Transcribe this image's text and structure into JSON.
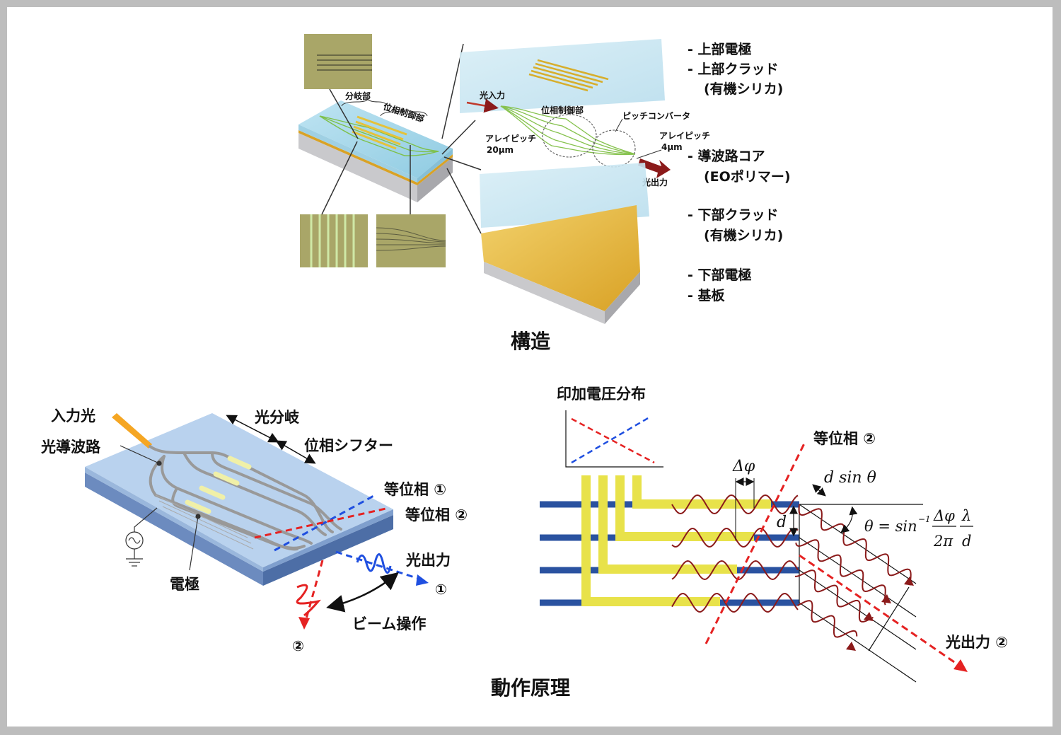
{
  "structure": {
    "title": "構造",
    "layers": {
      "l1": "- 上部電極",
      "l2": "- 上部クラッド",
      "l2b": "(有機シリカ)",
      "l3": "- 導波路コア",
      "l3b": "(EOポリマー)",
      "l4": "- 下部クラッド",
      "l4b": "(有機シリカ)",
      "l5": "- 下部電極",
      "l6": "- 基板"
    },
    "chip_labels": {
      "branch": "分岐部",
      "phase": "位相制御部"
    },
    "core_labels": {
      "input": "光入力",
      "phase": "位相制御部",
      "pitch_converter": "ピッチコンバータ",
      "array_in": "アレイピッチ",
      "array_in_val": "20μm",
      "array_out": "アレイピッチ",
      "array_out_val": "4μm",
      "output": "光出力"
    }
  },
  "principle": {
    "title": "動作原理",
    "left": {
      "input_light": "入力光",
      "waveguide": "光導波路",
      "splitter": "光分岐",
      "phase_shifter": "位相シフター",
      "equiphase1": "等位相 ①",
      "equiphase2": "等位相 ②",
      "electrode": "電極",
      "output": "光出力",
      "out1": "①",
      "out2": "②",
      "beam_steer": "ビーム操作"
    },
    "right": {
      "voltage": "印加電圧分布",
      "equiphase2": "等位相 ②",
      "dphi": "Δφ",
      "dsin": "d sin θ",
      "d": "d",
      "formula_lhs": "θ = sin",
      "formula_exp": "−1",
      "formula_num1": "Δφ",
      "formula_den1": "2π",
      "formula_num2": "λ",
      "formula_den2": "d",
      "output": "光出力 ②"
    }
  },
  "colors": {
    "blue": "#2a52a0",
    "yellow": "#e8e24a",
    "red": "#e52222",
    "wave": "#8b1a1a",
    "gold": "#e3b640"
  }
}
